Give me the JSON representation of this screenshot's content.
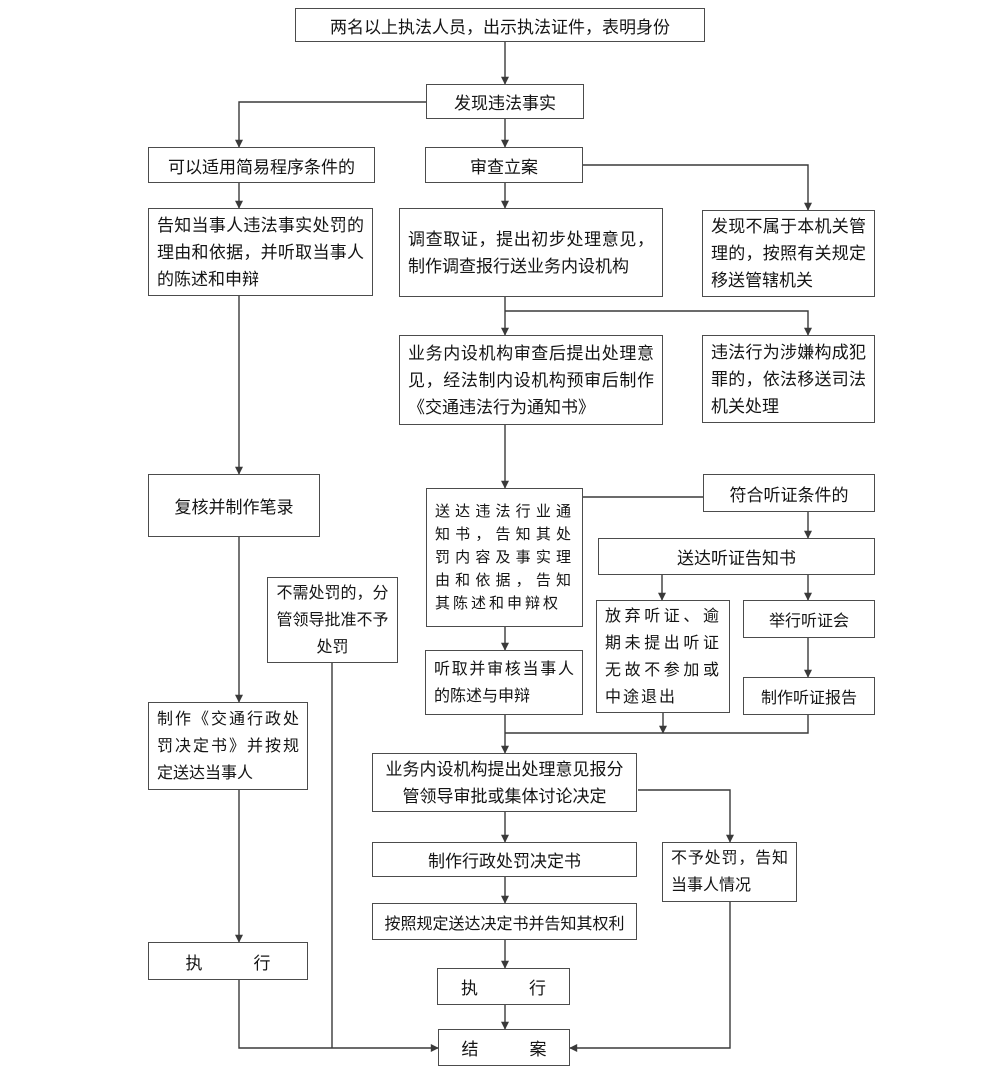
{
  "colors": {
    "background": "#ffffff",
    "box_border": "#4c4c4c",
    "box_fill": "#ffffff",
    "text": "#141414",
    "connector": "#3a3a3a"
  },
  "diagram": {
    "type": "flowchart",
    "nodes": [
      {
        "id": "identify",
        "label": "两名以上执法人员，出示执法证件，表明身份"
      },
      {
        "id": "discover",
        "label": "发现违法事实"
      },
      {
        "id": "simple-cond",
        "label": "可以适用简易程序条件的"
      },
      {
        "id": "case-review",
        "label": "审查立案"
      },
      {
        "id": "inform-party",
        "label": "告知当事人违法事实处罚的理由和依据，并听取当事人的陈述和申辩"
      },
      {
        "id": "investigate",
        "label": "调查取证，提出初步处理意见，制作调查报行送业务内设机构"
      },
      {
        "id": "not-jurisdiction",
        "label": "发现不属于本机关管理的，按照有关规定移送管辖机关"
      },
      {
        "id": "internal-review",
        "label": "业务内设机构审查后提出处理意见，经法制内设机构预审后制作《交通违法行为通知书》"
      },
      {
        "id": "crime-transfer",
        "label": "违法行为涉嫌构成犯罪的，依法移送司法机关处理"
      },
      {
        "id": "recheck-record",
        "label": "复核并制作笔录"
      },
      {
        "id": "deliver-notice",
        "label": "送达违法行业通知书，告知其处罚内容及事实理由和依据，告知其陈述和申辩权"
      },
      {
        "id": "hearing-cond",
        "label": "符合听证条件的"
      },
      {
        "id": "hearing-notice",
        "label": "送达听证告知书"
      },
      {
        "id": "no-penalty-approve",
        "label": "不需处罚的，分管领导批准不予处罚"
      },
      {
        "id": "waive-hearing",
        "label": "放弃听证、逾期未提出听证无故不参加或中途退出"
      },
      {
        "id": "hold-hearing",
        "label": "举行听证会"
      },
      {
        "id": "listen-review",
        "label": "听取并审核当事人的陈述与申辩"
      },
      {
        "id": "hearing-report",
        "label": "制作听证报告"
      },
      {
        "id": "make-decision-simple",
        "label": "制作《交通行政处罚决定书》并按规定送达当事人"
      },
      {
        "id": "propose-approve",
        "label": "业务内设机构提出处理意见报分管领导审批或集体讨论决定"
      },
      {
        "id": "make-decision",
        "label": "制作行政处罚决定书"
      },
      {
        "id": "no-penalty-inform",
        "label": "不予处罚，告知当事人情况"
      },
      {
        "id": "deliver-decision",
        "label": "按照规定送达决定书并告知其权利"
      },
      {
        "id": "execute-left",
        "label": "执　　　行"
      },
      {
        "id": "execute-mid",
        "label": "执　　　行"
      },
      {
        "id": "close-case",
        "label": "结　　　案"
      }
    ],
    "edges": [
      {
        "from": "identify",
        "to": "discover"
      },
      {
        "from": "discover",
        "to": "simple-cond"
      },
      {
        "from": "discover",
        "to": "case-review"
      },
      {
        "from": "case-review",
        "to": "investigate"
      },
      {
        "from": "case-review",
        "to": "not-jurisdiction"
      },
      {
        "from": "simple-cond",
        "to": "inform-party"
      },
      {
        "from": "inform-party",
        "to": "recheck-record"
      },
      {
        "from": "recheck-record",
        "to": "make-decision-simple"
      },
      {
        "from": "make-decision-simple",
        "to": "execute-left"
      },
      {
        "from": "execute-left",
        "to": "close-case"
      },
      {
        "from": "no-penalty-approve",
        "to": "close-case"
      },
      {
        "from": "investigate",
        "to": "internal-review"
      },
      {
        "from": "investigate",
        "to": "crime-transfer"
      },
      {
        "from": "internal-review",
        "to": "deliver-notice"
      },
      {
        "from": "deliver-notice",
        "to": "hearing-cond"
      },
      {
        "from": "hearing-cond",
        "to": "hearing-notice"
      },
      {
        "from": "hearing-notice",
        "to": "waive-hearing"
      },
      {
        "from": "hearing-notice",
        "to": "hold-hearing"
      },
      {
        "from": "hold-hearing",
        "to": "hearing-report"
      },
      {
        "from": "deliver-notice",
        "to": "listen-review"
      },
      {
        "from": "listen-review",
        "to": "propose-approve"
      },
      {
        "from": "hearing-report",
        "to": "propose-approve"
      },
      {
        "from": "waive-hearing",
        "to": "propose-approve"
      },
      {
        "from": "propose-approve",
        "to": "make-decision"
      },
      {
        "from": "propose-approve",
        "to": "no-penalty-inform"
      },
      {
        "from": "make-decision",
        "to": "deliver-decision"
      },
      {
        "from": "deliver-decision",
        "to": "execute-mid"
      },
      {
        "from": "execute-mid",
        "to": "close-case"
      },
      {
        "from": "no-penalty-inform",
        "to": "close-case"
      }
    ]
  }
}
